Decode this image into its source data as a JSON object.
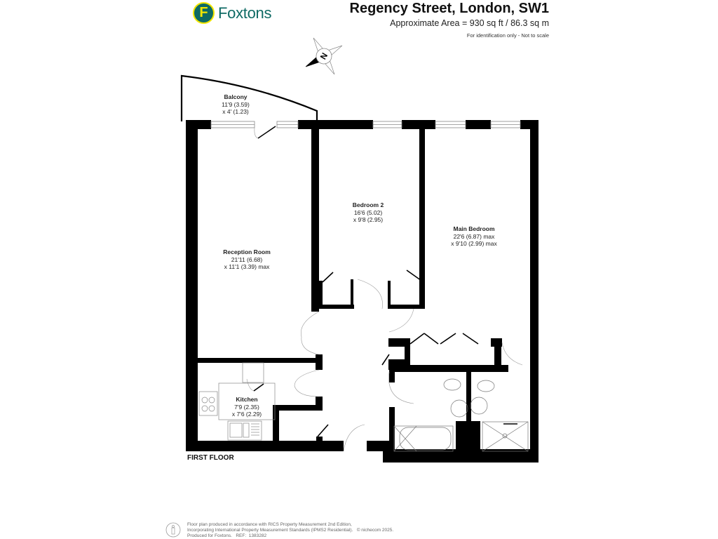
{
  "brand": {
    "name": "Foxtons",
    "badge_letter": "F",
    "primary_color": "#0e6a64",
    "accent_color": "#f2e600"
  },
  "header": {
    "title": "Regency Street, London, SW1",
    "area": "Approximate Area = 930 sq ft / 86.3 sq m",
    "disclaimer": "For identification only - Not to scale"
  },
  "compass": {
    "label": "N",
    "icon": "compass-rose-icon"
  },
  "rooms": [
    {
      "name": "Balcony",
      "dim1": "11'9 (3.59)",
      "dim2": "x 4' (1.23)"
    },
    {
      "name": "Reception Room",
      "dim1": "21'11 (6.68)",
      "dim2": "x 11'1 (3.39) max"
    },
    {
      "name": "Bedroom 2",
      "dim1": "16'6 (5.02)",
      "dim2": "x 9'8 (2.95)"
    },
    {
      "name": "Main Bedroom",
      "dim1": "22'6 (6.87) max",
      "dim2": "x 9'10 (2.99) max"
    },
    {
      "name": "Kitchen",
      "dim1": "7'9 (2.35)",
      "dim2": "x 7'6 (2.29)"
    }
  ],
  "floor_label": "FIRST FLOOR",
  "footer": {
    "line1": "Floor plan produced in accordance with RICS Property Measurement 2nd Edition,",
    "line2": "Incorporating International Property Measurement Standards (IPMS2 Residential).   © nichecom 2025.",
    "line3": "Produced for Foxtons.   REF:  1383282"
  }
}
